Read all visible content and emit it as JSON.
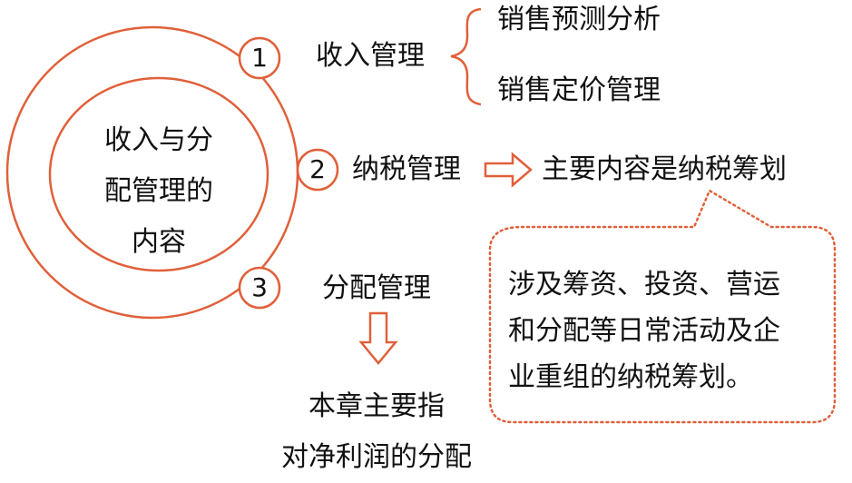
{
  "center": {
    "lines": [
      "收入与分",
      "配管理的",
      "内容"
    ]
  },
  "items": [
    {
      "number": "1",
      "label": "收入管理"
    },
    {
      "number": "2",
      "label": "纳税管理"
    },
    {
      "number": "3",
      "label": "分配管理"
    }
  ],
  "income_subitems": [
    "销售预测分析",
    "销售定价管理"
  ],
  "tax_arrow_target": "主要内容是纳税筹划",
  "tax_callout": {
    "lines": [
      "涉及筹资、投资、营运",
      "和分配等日常活动及企",
      "业重组的纳税筹划。"
    ]
  },
  "distribution_note": {
    "lines": [
      "本章主要指",
      "对净利润的分配"
    ]
  },
  "colors": {
    "accent": "#e0603a",
    "text": "#111111"
  }
}
